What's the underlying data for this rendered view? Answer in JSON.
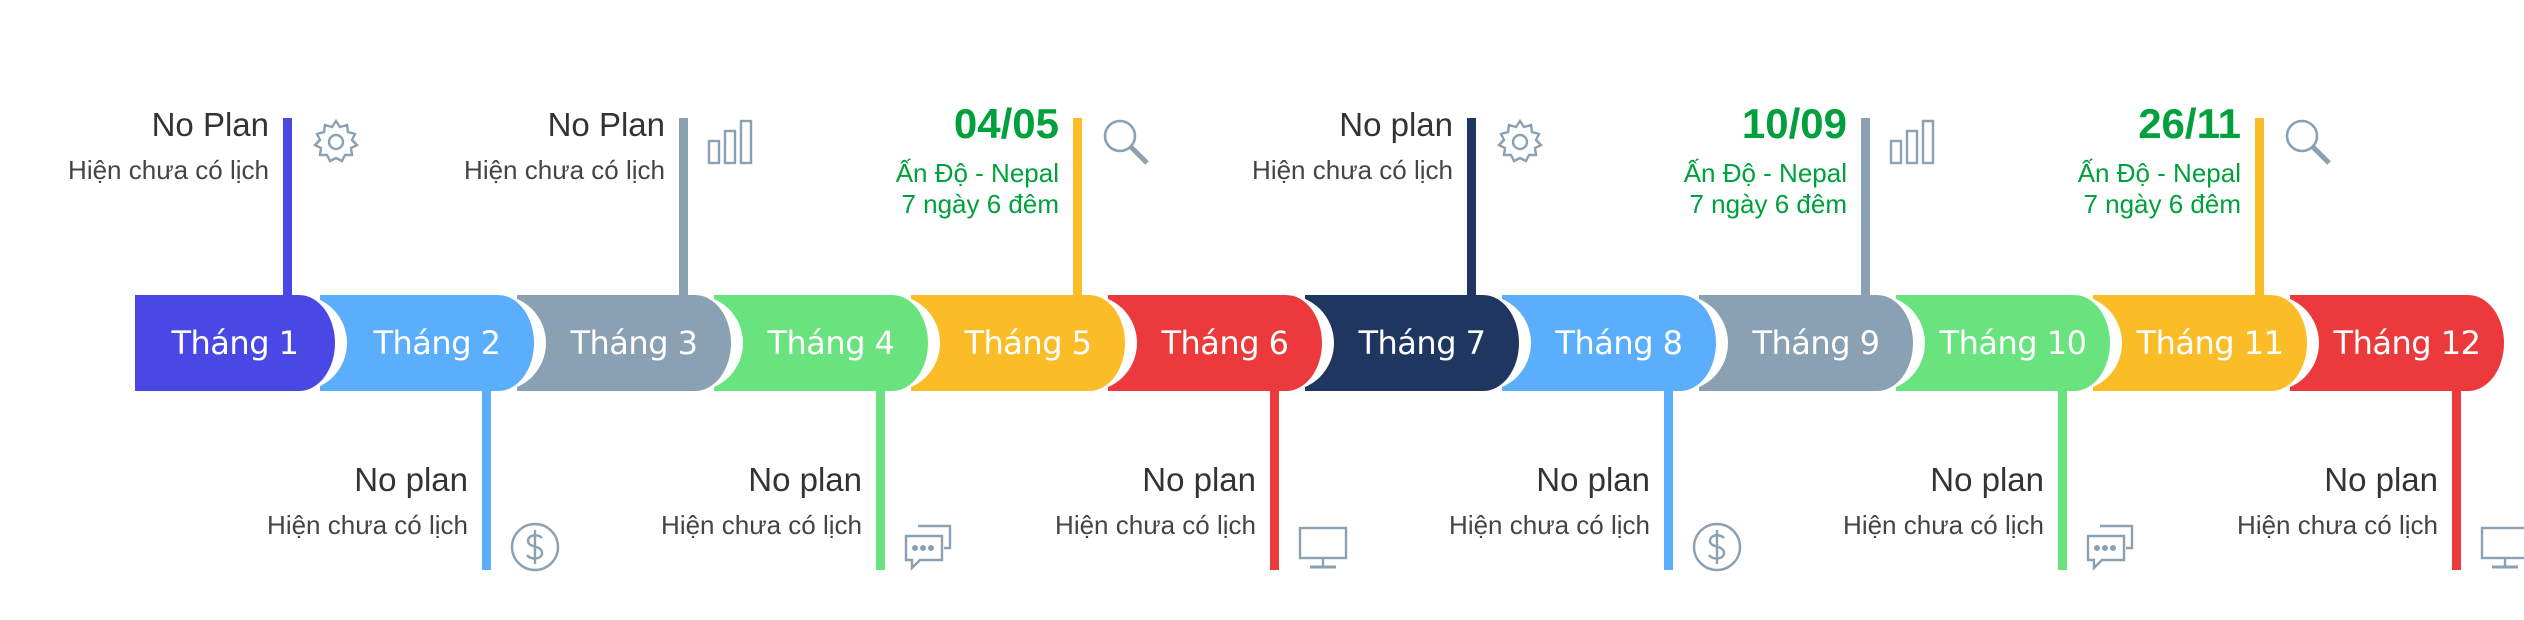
{
  "months": [
    {
      "label": "Tháng 1",
      "color": "#4a48e4",
      "side": "top",
      "title": "No Plan",
      "lines": [
        "Hiện chưa có lịch"
      ],
      "highlight": false,
      "icon": "gear-icon"
    },
    {
      "label": "Tháng 2",
      "color": "#5aaefc",
      "side": "bottom",
      "title": "No plan",
      "lines": [
        "Hiện chưa có lịch"
      ],
      "highlight": false,
      "icon": "dollar-icon"
    },
    {
      "label": "Tháng 3",
      "color": "#8aa0b3",
      "side": "top",
      "title": "No Plan",
      "lines": [
        "Hiện chưa có lịch"
      ],
      "highlight": false,
      "icon": "bar-chart-icon"
    },
    {
      "label": "Tháng 4",
      "color": "#68e37e",
      "side": "bottom",
      "title": "No plan",
      "lines": [
        "Hiện chưa có lịch"
      ],
      "highlight": false,
      "icon": "chat-icon"
    },
    {
      "label": "Tháng 5",
      "color": "#fbbd27",
      "side": "top",
      "title": "04/05",
      "lines": [
        "Ấn Độ - Nepal",
        "7 ngày 6 đêm"
      ],
      "highlight": true,
      "icon": "search-icon"
    },
    {
      "label": "Tháng 6",
      "color": "#ec3a3c",
      "side": "bottom",
      "title": "No plan",
      "lines": [
        "Hiện chưa có lịch"
      ],
      "highlight": false,
      "icon": "monitor-icon"
    },
    {
      "label": "Tháng 7",
      "color": "#1f3660",
      "side": "top",
      "title": "No plan",
      "lines": [
        "Hiện chưa có lịch"
      ],
      "highlight": false,
      "icon": "gear-icon"
    },
    {
      "label": "Tháng 8",
      "color": "#5aaefc",
      "side": "bottom",
      "title": "No plan",
      "lines": [
        "Hiện chưa có lịch"
      ],
      "highlight": false,
      "icon": "dollar-icon"
    },
    {
      "label": "Tháng 9",
      "color": "#8aa0b3",
      "side": "top",
      "title": "10/09",
      "lines": [
        "Ấn Độ - Nepal",
        "7 ngày 6 đêm"
      ],
      "highlight": true,
      "icon": "bar-chart-icon"
    },
    {
      "label": "Tháng 10",
      "color": "#68e37e",
      "side": "bottom",
      "title": "No plan",
      "lines": [
        "Hiện chưa có lịch"
      ],
      "highlight": false,
      "icon": "chat-icon"
    },
    {
      "label": "Tháng 11",
      "color": "#fbbd27",
      "side": "top",
      "title": "26/11",
      "lines": [
        "Ấn Độ - Nepal",
        "7 ngày 6 đêm"
      ],
      "highlight": true,
      "icon": "search-icon"
    },
    {
      "label": "Tháng 12",
      "color": "#ec3a3c",
      "side": "bottom",
      "title": "No plan",
      "lines": [
        "Hiện chưa có lịch"
      ],
      "highlight": false,
      "icon": "monitor-icon"
    }
  ],
  "icon_color": "#8aa0b3"
}
